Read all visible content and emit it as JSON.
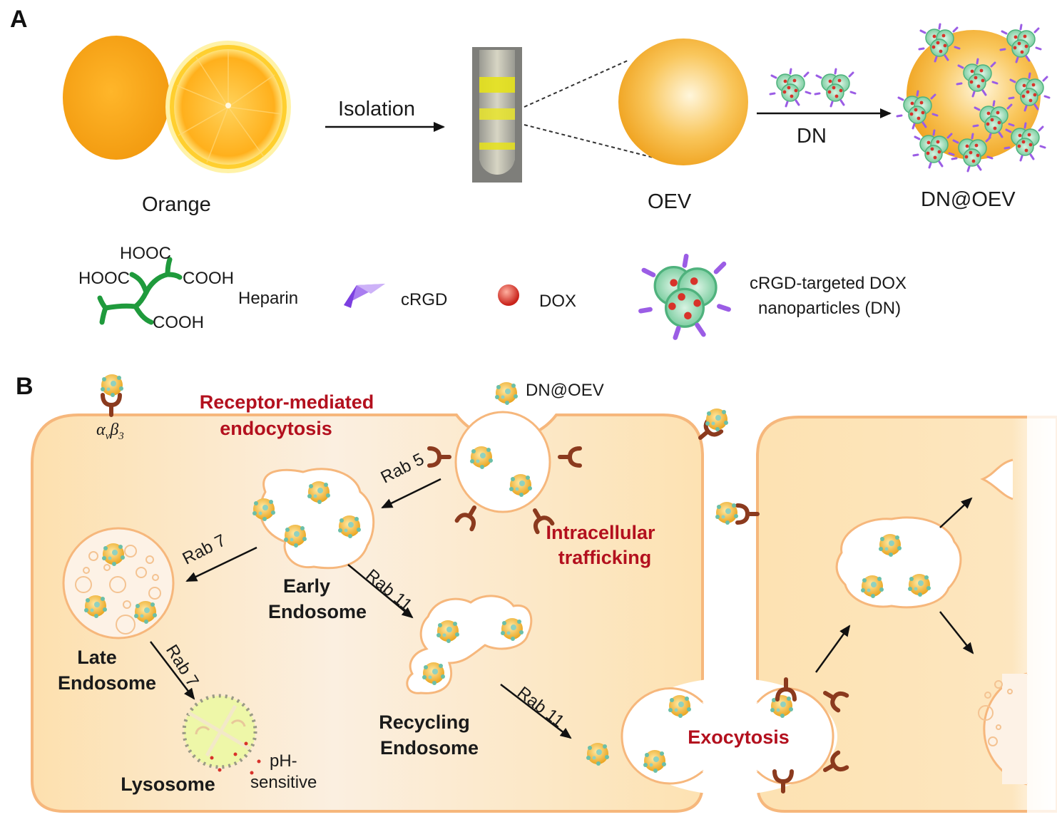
{
  "figure": {
    "panel_a": {
      "letter": "A",
      "orange_label": "Orange",
      "isolation_label": "Isolation",
      "oev_label": "OEV",
      "dn_arrow_label": "DN",
      "dn_oev_label": "DN@OEV",
      "legend": {
        "heparin": {
          "groups": [
            "HOOC",
            "HOOC",
            "COOH",
            "COOH"
          ],
          "label": "Heparin"
        },
        "crgd_label": "cRGD",
        "dox_label": "DOX",
        "dn_label_line1": "cRGD-targeted DOX",
        "dn_label_line2": "nanoparticles (DN)"
      }
    },
    "panel_b": {
      "letter": "B",
      "receptor_label_alpha": "α",
      "receptor_label_v": "v",
      "receptor_label_beta": "β",
      "receptor_label_3": "3",
      "dn_oev_label": "DN@OEV",
      "receptor_mediated_line1": "Receptor-mediated",
      "receptor_mediated_line2": "endocytosis",
      "intracellular_line1": "Intracellular",
      "intracellular_line2": "trafficking",
      "exocytosis_label": "Exocytosis",
      "early_endosome_line1": "Early",
      "early_endosome_line2": "Endosome",
      "late_endosome_line1": "Late",
      "late_endosome_line2": "Endosome",
      "recycling_endosome_line1": "Recycling",
      "recycling_endosome_line2": "Endosome",
      "lysosome_label": "Lysosome",
      "ph_line1": "pH-",
      "ph_line2": "sensitive",
      "rab_labels": {
        "early_from_vesicle": "Rab 5",
        "early_to_late": "Rab 7",
        "late_to_lysosome": "Rab 7",
        "early_to_recycling": "Rab 11",
        "recycling_to_exit": "Rab 11"
      }
    },
    "colors": {
      "cell_fill": "#fde3b6",
      "cell_border": "#f6b77c",
      "orange_dark": "#f0a01a",
      "orange_light": "#fff3cf",
      "receptor": "#8b3a1e",
      "dn_green": "#7fd3a5",
      "crgd_purple": "#9b5de5",
      "dox_red": "#d8322a",
      "heparin_green": "#1f9a3c",
      "label_red": "#b3101e",
      "lysosome": "#eef7a8"
    }
  }
}
